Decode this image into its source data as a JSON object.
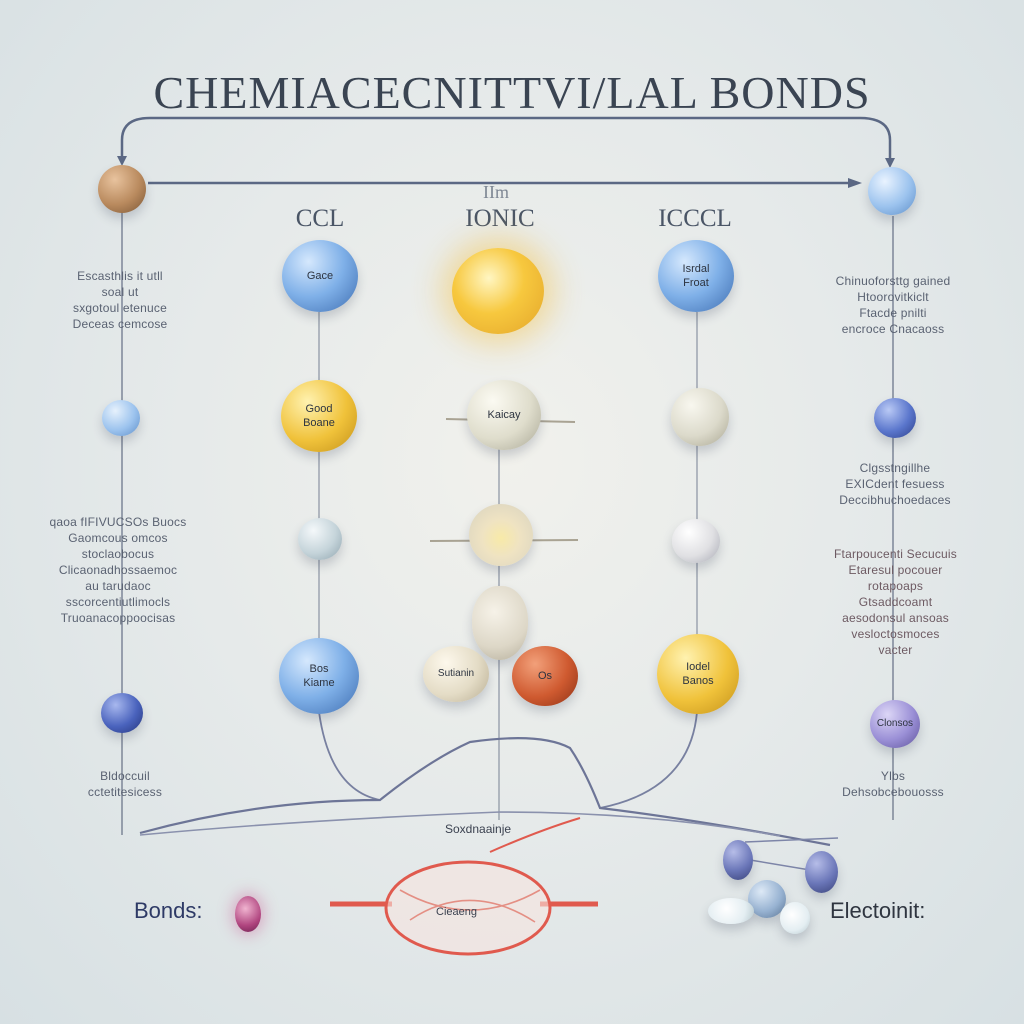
{
  "title": "CHEMIACECNITTVI/LAL BONDS",
  "columns": {
    "left": {
      "label": "CCL"
    },
    "middle": {
      "label": "IONIC",
      "sub": "IIm"
    },
    "right": {
      "label": "ICCCL"
    }
  },
  "balls": {
    "left_top": "Gace",
    "left_mid_1": "Good\nBoane",
    "left_bottom": "Bos\nKiame",
    "middle_mid": "Kaicay",
    "middle_bottom_left": "Sutianin",
    "middle_bottom_right": "Os",
    "right_top": "Isrdal\nFroat",
    "right_bottom": "Iodel\nBanos",
    "far_left_bottom": "",
    "far_right_bottom": "Clonsos",
    "bottom_center": "Cieaeng"
  },
  "notes": {
    "left_1": "Escasthlis it utll\nsoal ut\nsxgotoul etenuce\nDeceas cemcose",
    "left_2": "qaoa fIFIVUCSOs Buocs\nGaomcous omcos\nstoclaobocus\nClicaonadhossaemoc\nau tarudaoc\nsscorcentiutlimocls\nTruoanacoppoocisas",
    "left_3": "Bldoccuil\ncctetitesicess",
    "right_1": "Chinuoforsttg gained\nHtoorovitkiclt\nFtacde pnilti\nencroce Cnacaoss",
    "right_2": "Clgsstngillhe\nEXICdent fesuess\nDeccibhuchoedaces",
    "right_3": "Ftarpoucenti Secucuis\nEtaresul pocouer\nrotapoaps\nGtsaddcoamt\naesodonsul ansoas\nvesloctosmoces\nvacter",
    "right_4": "Ylbs\nDehsobcebouosss"
  },
  "bottom": {
    "bonds_label": "Bonds:",
    "center_label": "Soxdnaainje",
    "electron_label": "Electoinit:"
  },
  "colors": {
    "blue_sphere": "#5f95d6",
    "yellow_sphere": "#f0c23a",
    "bronze_sphere": "#a57b52",
    "red_sphere": "#c8552e",
    "navy_sphere": "#3f5fb4",
    "line": "#6f7a90",
    "accent_red": "#e05a4e"
  }
}
